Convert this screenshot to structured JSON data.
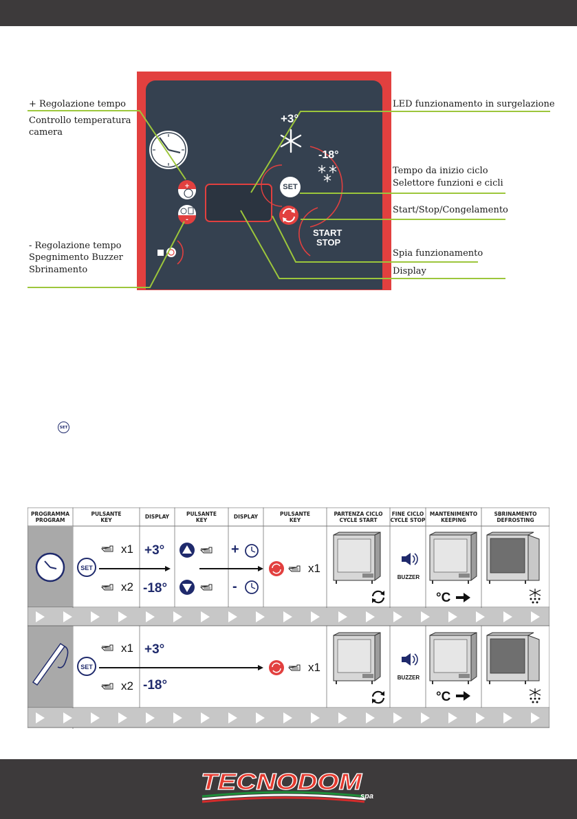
{
  "panel": {
    "labels": {
      "plus_time": "+ Regolazione tempo",
      "room_temp_1": "Controllo temperatura",
      "room_temp_2": "camera",
      "minus_time": "- Regolazione tempo",
      "buzzer_off": "Spegnimento Buzzer",
      "defrost": "Sbrinamento",
      "led_freeze": "LED funzionamento in surgelazione",
      "cycle_time": "Tempo da inizio ciclo",
      "selector": "Selettore funzioni e cicli",
      "start_stop_freeze": "Start/Stop/Congelamento",
      "run_light": "Spia funzionamento",
      "display": "Display"
    },
    "temp_plus": "+3°",
    "temp_minus": "-18°",
    "set_key": "SET",
    "start_stop_1": "START",
    "start_stop_2": "STOP"
  },
  "inline_set_key": "SET",
  "table": {
    "headers": [
      [
        "PROGRAMMA",
        "PROGRAM"
      ],
      [
        "PULSANTE",
        "KEY"
      ],
      [
        "DISPLAY",
        ""
      ],
      [
        "PULSANTE",
        "KEY"
      ],
      [
        "DISPLAY",
        ""
      ],
      [
        "PULSANTE",
        "KEY"
      ],
      [
        "PARTENZA CICLO",
        "CYCLE START"
      ],
      [
        "FINE CICLO",
        "CYCLE STOP"
      ],
      [
        "MANTENIMENTO",
        "KEEPING"
      ],
      [
        "SBRINAMENTO",
        "DEFROSTING"
      ]
    ],
    "set_key": "SET",
    "press_once": "x1",
    "press_twice": "x2",
    "temp_plus": "+3°",
    "temp_minus": "-18°",
    "time_plus": "+",
    "time_minus": "-",
    "buzzer": "BUZZER",
    "keeping_unit": "°C",
    "row_icons": [
      "clock-icon",
      "probe-icon"
    ]
  },
  "colors": {
    "accent_red": "#e2403f",
    "navy": "#1f2a6c",
    "panel_bg": "#354150",
    "leader_green": "#9cc63b",
    "table_gray": "#a9a9a9",
    "bar_dark": "#3d3a3b"
  },
  "brand": {
    "name": "TECNODOM",
    "suffix": "spa"
  }
}
